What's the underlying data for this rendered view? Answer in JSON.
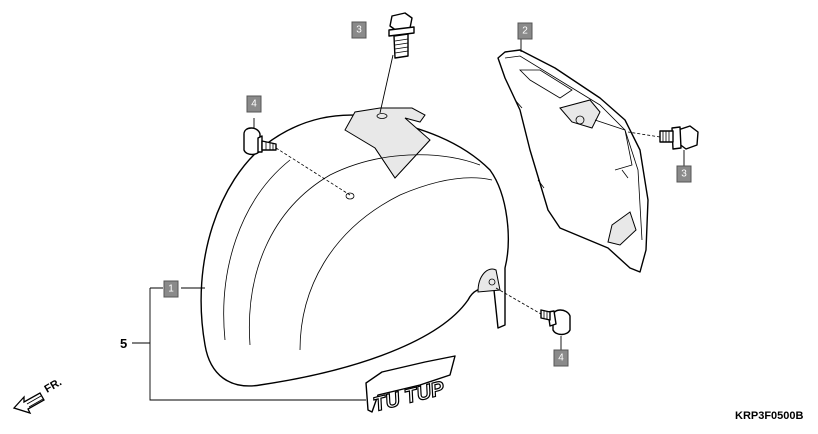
{
  "diagram": {
    "drawing_code": "KRP3F0500B",
    "direction_label": "FR.",
    "group_label": "5",
    "callouts": [
      {
        "id": "c3a",
        "label": "3"
      },
      {
        "id": "c2",
        "label": "2"
      },
      {
        "id": "c4a",
        "label": "4"
      },
      {
        "id": "c3b",
        "label": "3"
      },
      {
        "id": "c1",
        "label": "1"
      },
      {
        "id": "c4b",
        "label": "4"
      }
    ],
    "emblem_text": "TU TUP"
  }
}
